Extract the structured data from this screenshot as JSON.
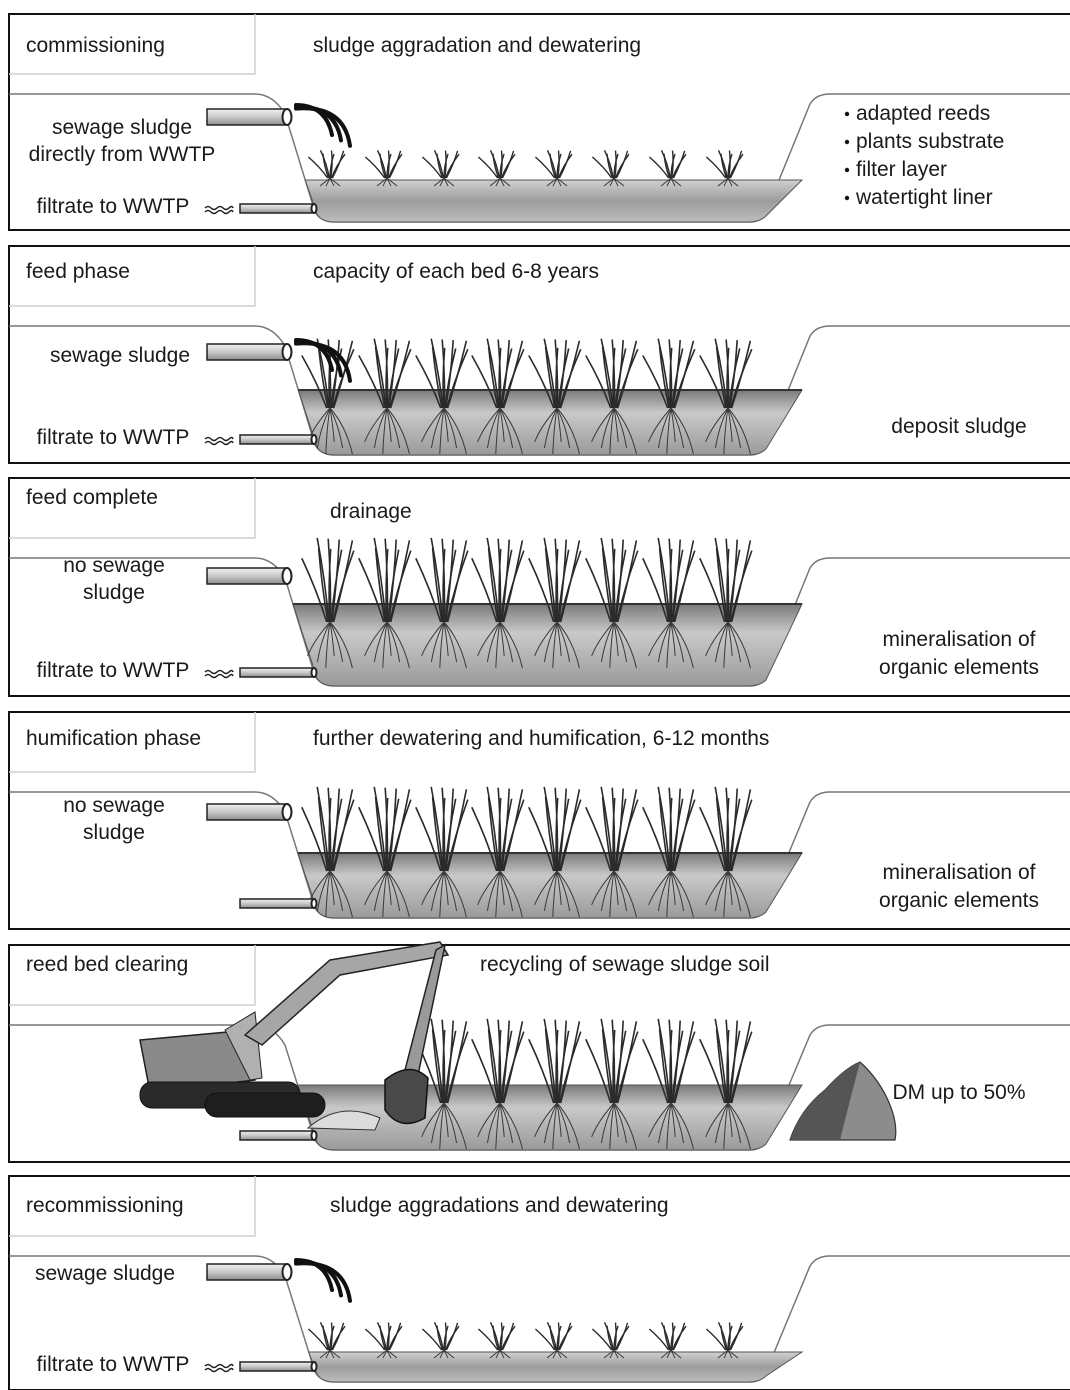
{
  "stages": [
    {
      "id": "commissioning",
      "phase_label": "commissioning",
      "caption": "sludge aggradation and dewatering",
      "inlet_label": [
        "sewage sludge",
        "directly from WWTP"
      ],
      "outlet_label": "filtrate to WWTP",
      "notes": [
        "adapted reeds",
        "plants substrate",
        "filter layer",
        "watertight liner"
      ],
      "reeds": "small",
      "sludge_flow": true
    },
    {
      "id": "feed",
      "phase_label": "feed phase",
      "caption": "capacity of each bed 6-8 years",
      "inlet_label": [
        "sewage sludge"
      ],
      "outlet_label": "filtrate to WWTP",
      "right_label": [
        "deposit sludge"
      ],
      "reeds": "tall",
      "sludge_flow": true
    },
    {
      "id": "feed-complete",
      "phase_label": "feed complete",
      "caption": "drainage",
      "inlet_label": [
        "no sewage",
        "sludge"
      ],
      "outlet_label": "filtrate to WWTP",
      "right_label": [
        "mineralisation of",
        "organic elements"
      ],
      "reeds": "tall",
      "sludge_flow": false
    },
    {
      "id": "humification",
      "phase_label": "humification phase",
      "caption": "further dewatering and humification, 6-12 months",
      "inlet_label": [
        "no sewage",
        "sludge"
      ],
      "right_label": [
        "mineralisation of",
        "organic elements"
      ],
      "reeds": "tall",
      "sludge_flow": false
    },
    {
      "id": "clearing",
      "phase_label": "reed bed clearing",
      "caption": "recycling of sewage sludge soil",
      "right_label": [
        "DM up to 50%"
      ],
      "reeds": "tall",
      "sludge_flow": false
    },
    {
      "id": "recommissioning",
      "phase_label": "recommissioning",
      "caption": "sludge aggradations and dewatering",
      "inlet_label": [
        "sewage sludge"
      ],
      "outlet_label": "filtrate to WWTP",
      "reeds": "small",
      "sludge_flow": true
    }
  ]
}
